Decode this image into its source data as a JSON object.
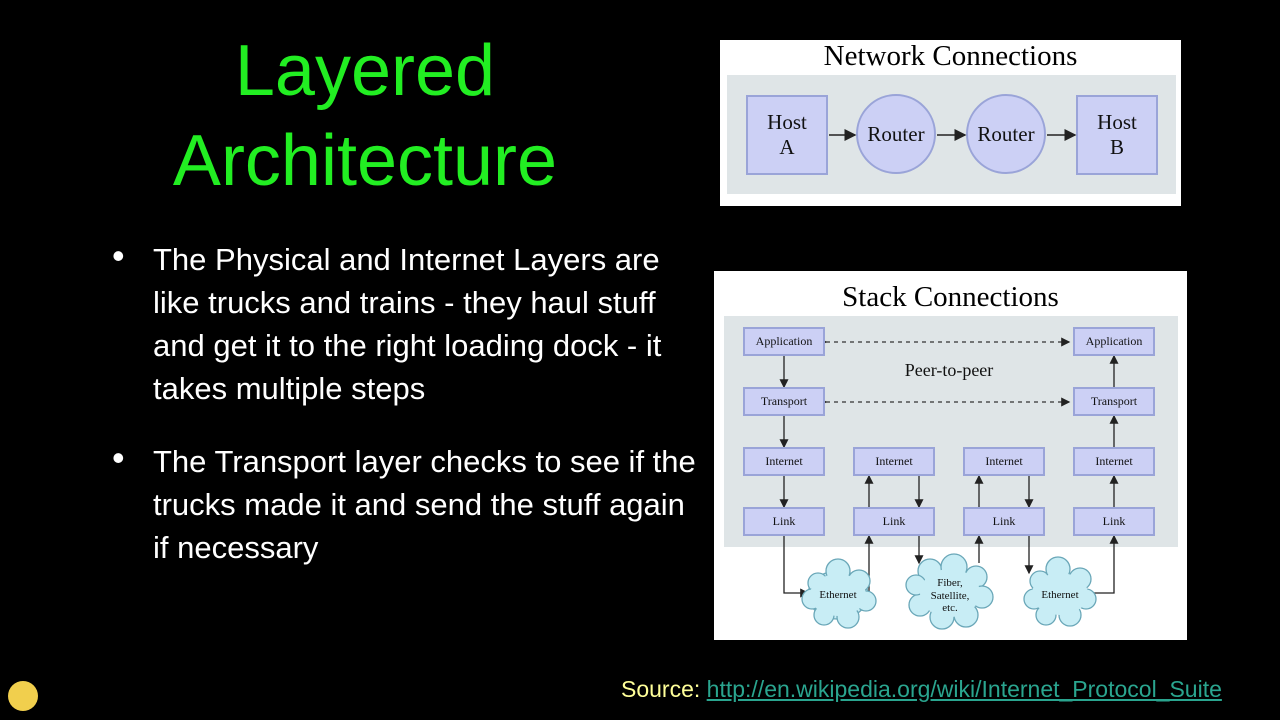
{
  "slide": {
    "title_line1": "Layered",
    "title_line2": "Architecture",
    "bullet_glyph": "•",
    "bullets": [
      "The Physical and Internet Layers are like trucks and trains - they haul stuff and get it to the right loading dock - it takes multiple steps",
      "The Transport layer checks to see if the trucks made it and send the stuff again if necessary"
    ],
    "source_label": "Source: ",
    "source_link": "http://en.wikipedia.org/wiki/Internet_Protocol_Suite"
  },
  "network_figure": {
    "title": "Network Connections",
    "host_a": "Host A",
    "router_1": "Router",
    "router_2": "Router",
    "host_b": "Host B"
  },
  "stack_figure": {
    "title": "Stack Connections",
    "peer_label": "Peer-to-peer",
    "application_left": "Application",
    "application_right": "Application",
    "transport_left": "Transport",
    "transport_right": "Transport",
    "internet": [
      "Internet",
      "Internet",
      "Internet",
      "Internet"
    ],
    "link": [
      "Link",
      "Link",
      "Link",
      "Link"
    ],
    "ethernet_left": "Ethernet",
    "middle_medium": [
      "Fiber,",
      "Satellite,",
      "etc."
    ],
    "ethernet_right": "Ethernet"
  },
  "colors": {
    "title": "#22ee22",
    "source_label": "#ffff99",
    "source_link": "#2aa58f",
    "box_fill": "#ccd0f5",
    "panel_fill": "#dfe5e7",
    "cloud_fill": "#c8edf5"
  }
}
